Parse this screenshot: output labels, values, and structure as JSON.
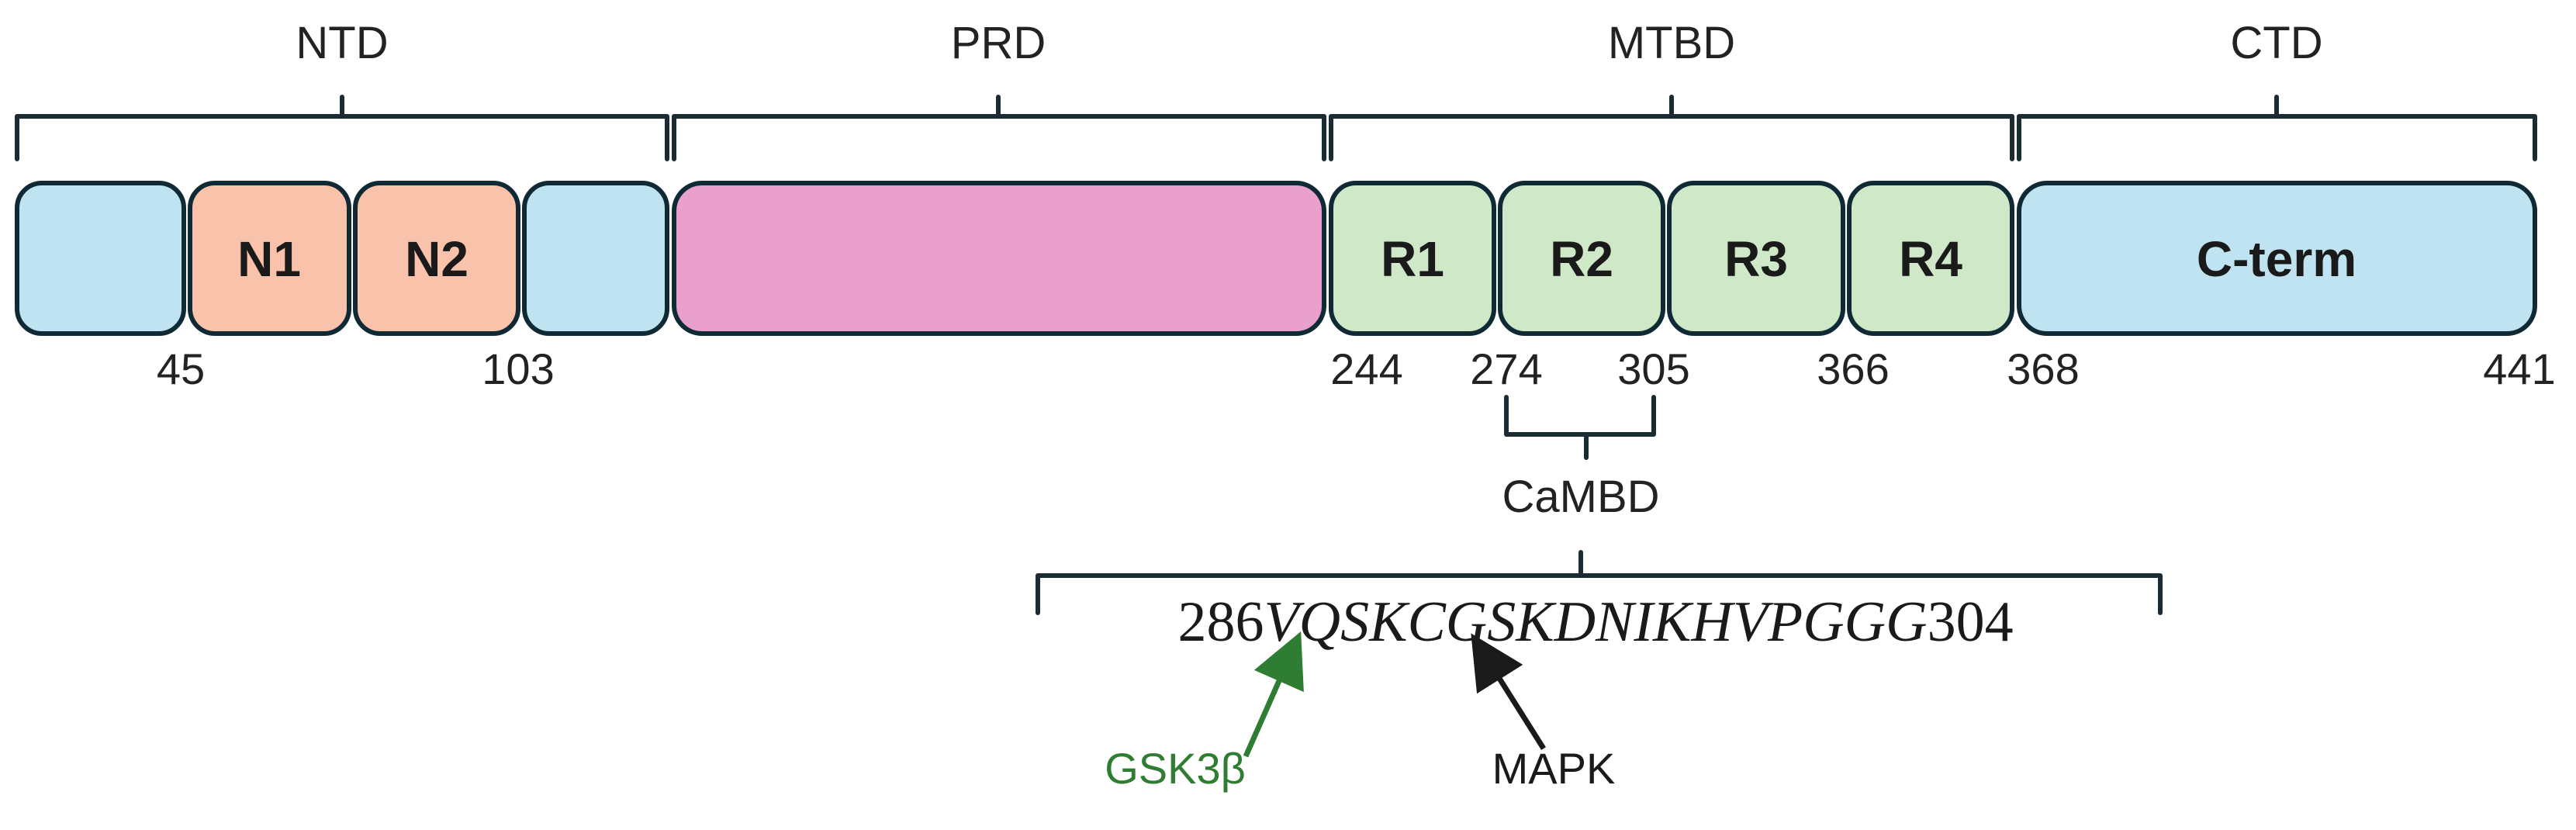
{
  "domains": {
    "ntd": "NTD",
    "prd": "PRD",
    "mtbd": "MTBD",
    "ctd": "CTD",
    "cambd": "CaMBD"
  },
  "segments": {
    "n1": "N1",
    "n2": "N2",
    "r1": "R1",
    "r2": "R2",
    "r3": "R3",
    "r4": "R4",
    "cterm": "C-term"
  },
  "positions": {
    "p45": "45",
    "p103": "103",
    "p244": "244",
    "p274": "274",
    "p305": "305",
    "p366": "366",
    "p368": "368",
    "p441": "441"
  },
  "sequence": {
    "start": "286",
    "residues": "VQSKCGSKDNIKHVPGGG",
    "end": "304"
  },
  "kinases": {
    "gsk3b": "GSK3β",
    "mapk": "MAPK"
  },
  "colors": {
    "neutral_region": "#bfe3f0",
    "n_repeat": "#f8c3aa",
    "prd": "#e9a0cb",
    "r_repeat": "#cfe8c8",
    "outline": "#0f2a35",
    "gsk3b": "#2e7d32",
    "mapk": "#1a1a1a"
  }
}
